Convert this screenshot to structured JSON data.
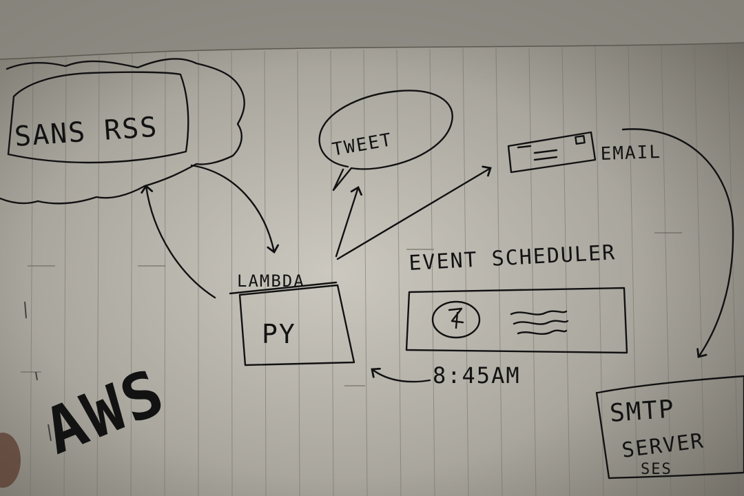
{
  "diagram": {
    "nodes": {
      "source": {
        "label": "SANS RSS"
      },
      "tweet": {
        "label": "TWEET"
      },
      "email": {
        "label": "EMAIL"
      },
      "lambda": {
        "title": "LAMBDA",
        "label": "PY"
      },
      "scheduler": {
        "title": "EVENT SCHEDULER"
      },
      "smtp": {
        "label_line1": "SMTP",
        "label_line2": "SERVER",
        "label_line3": "SES"
      }
    },
    "annotations": {
      "trigger_time": "8:45AM",
      "platform": "AWS"
    },
    "colors": {
      "ink": "#111111",
      "paper_light": "#c9c6bd",
      "paper_dark": "#6d6a63"
    }
  }
}
